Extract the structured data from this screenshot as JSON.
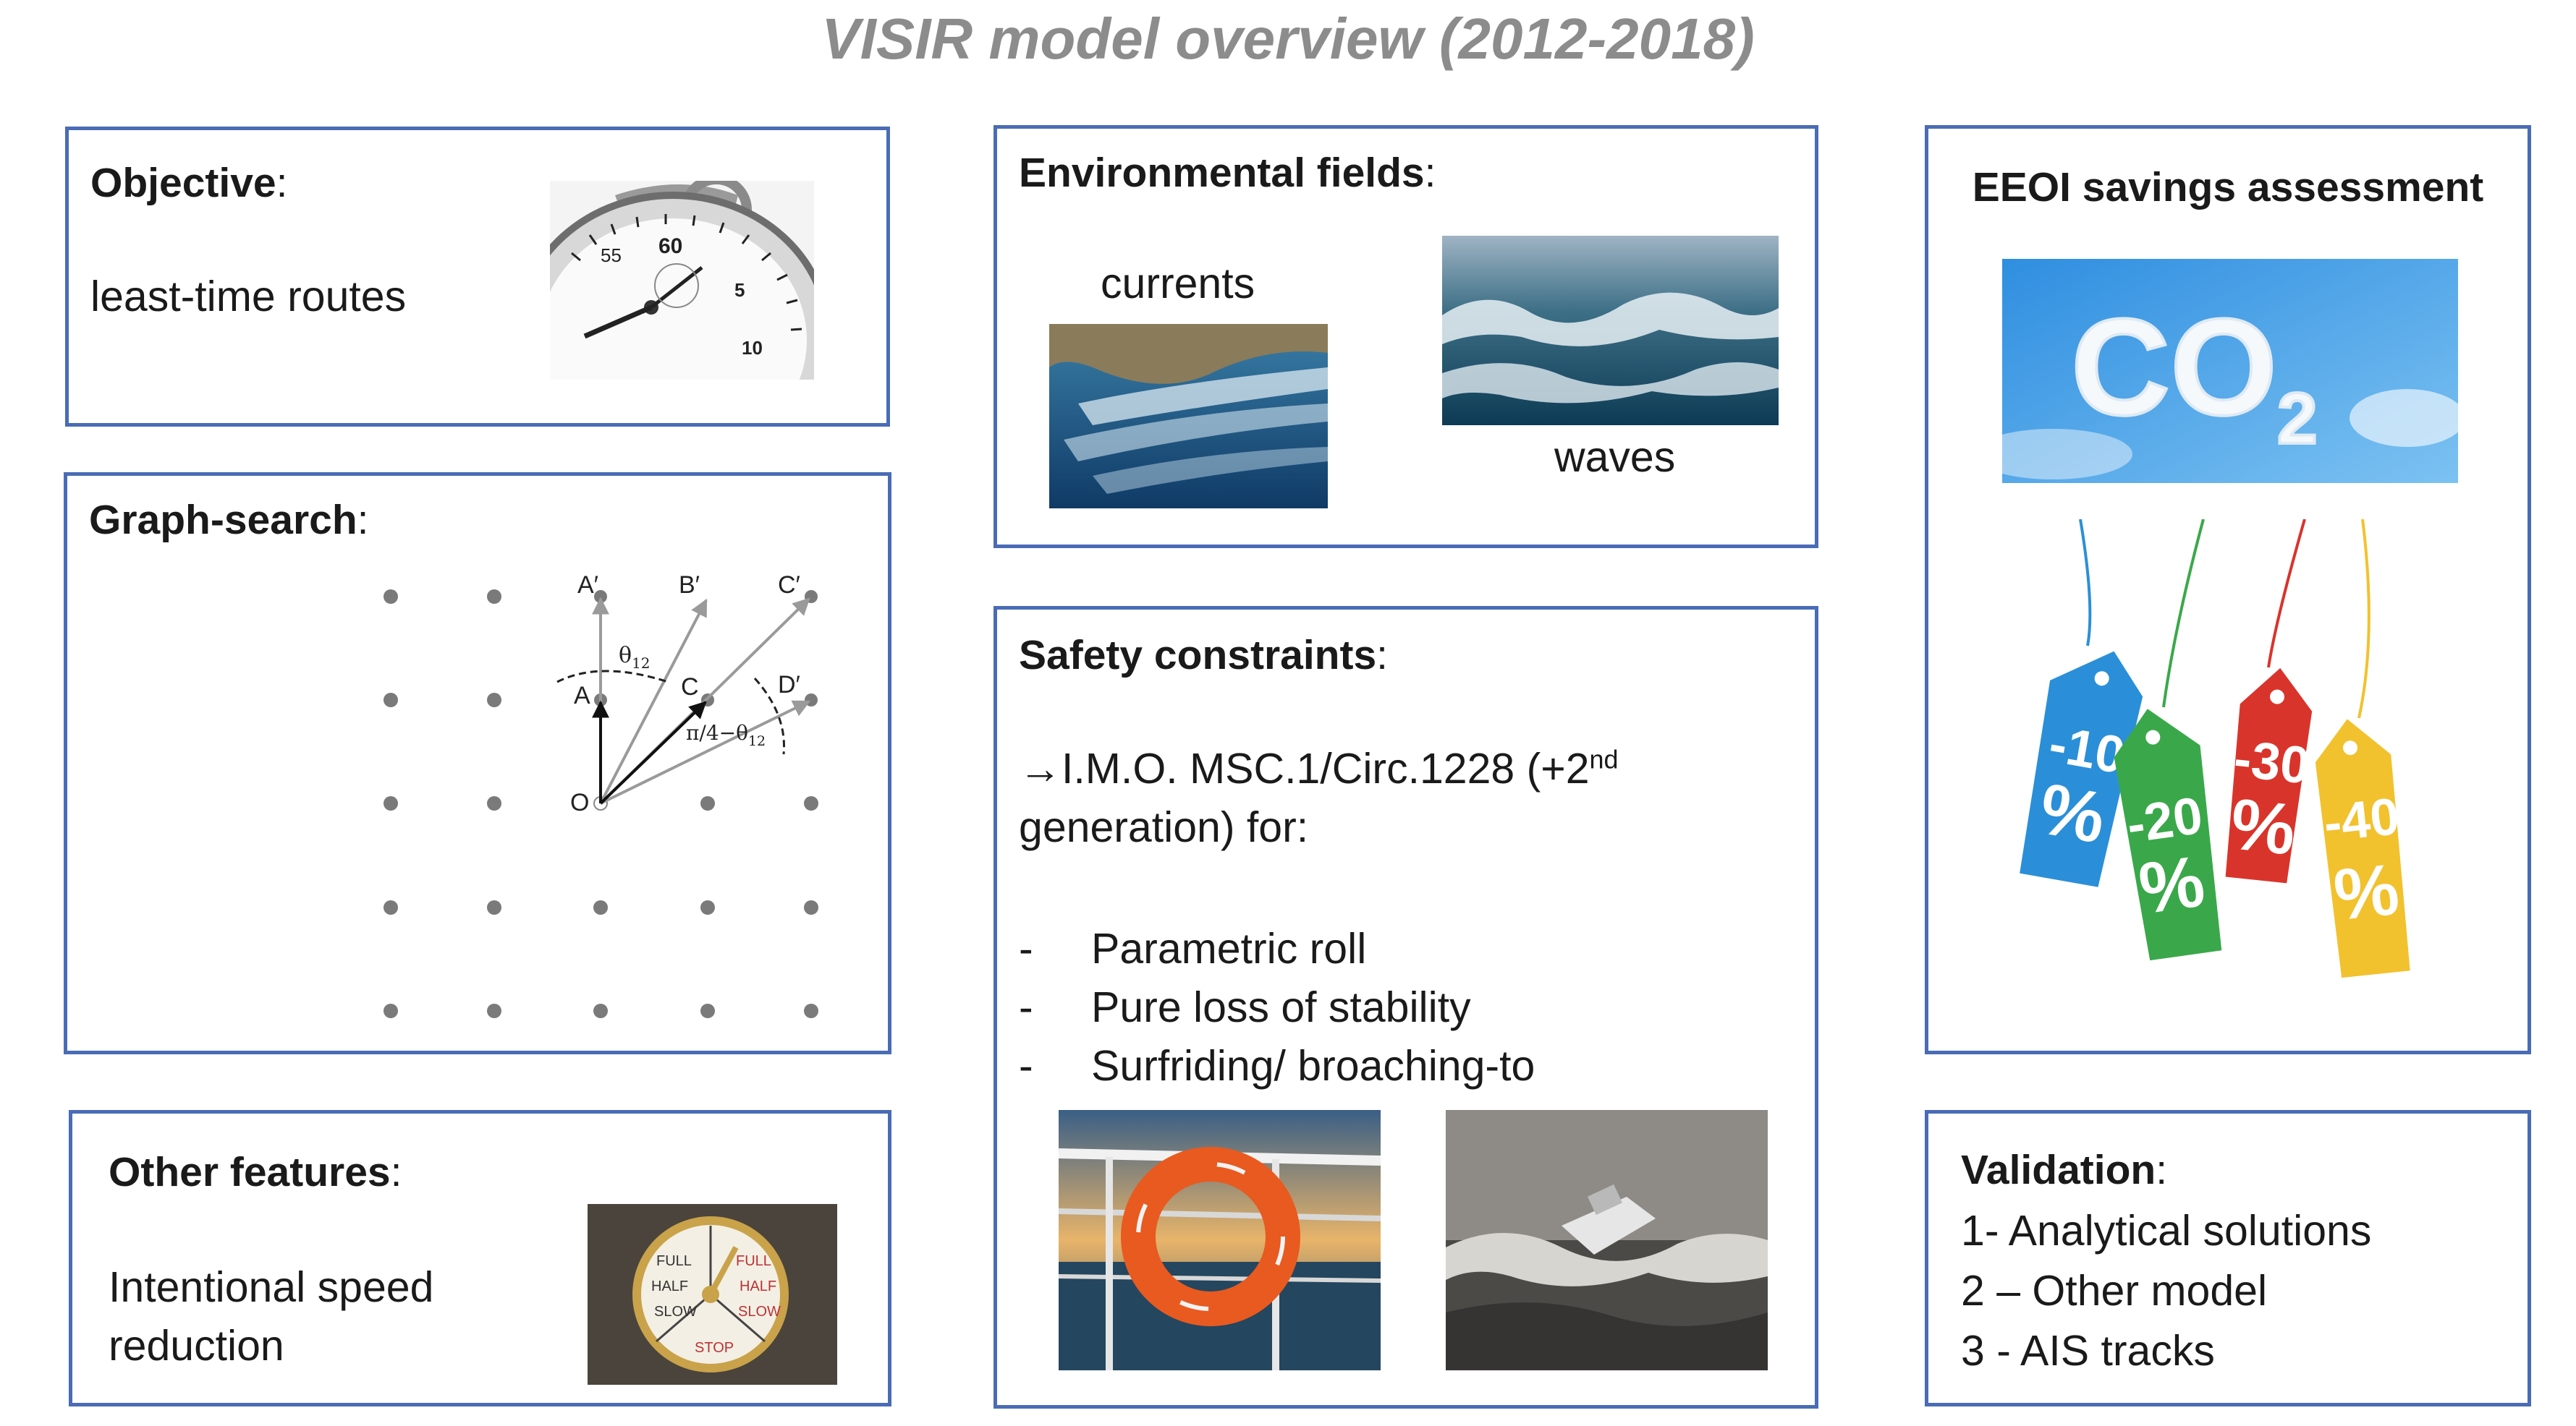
{
  "title": "VISIR model overview (2012-2018)",
  "objective": {
    "heading": "Objective",
    "colon": ":",
    "text": "least-time routes",
    "image": "stopwatch-photo",
    "dial_numbers": [
      "55",
      "60",
      "5",
      "10"
    ]
  },
  "graph_search": {
    "heading": "Graph-search",
    "colon": ":",
    "labels": {
      "a_prime": "A′",
      "b_prime": "B′",
      "c_prime": "C′",
      "d_prime": "D′",
      "a": "A",
      "c": "C",
      "o": "O",
      "theta": "θ",
      "theta_sub": "12",
      "angle_expr": "π/4−θ",
      "angle_sub": "12"
    }
  },
  "other_features": {
    "heading": "Other features",
    "colon": ":",
    "text_line1": "Intentional speed",
    "text_line2": "reduction",
    "image": "engine-telegraph-photo",
    "dial_words": [
      "FULL",
      "HALF",
      "SLOW",
      "FULL",
      "HALF",
      "SLOW",
      "STOP"
    ]
  },
  "environmental": {
    "heading": "Environmental fields",
    "colon": ":",
    "currents_label": "currents",
    "waves_label": "waves",
    "images": [
      "ocean-currents-aerial-photo",
      "rough-sea-waves-photo"
    ]
  },
  "safety": {
    "heading": "Safety constraints",
    "colon": ":",
    "arrow": "→",
    "line1_prefix": "I.M.O. MSC.1/Circ.1228 (+2",
    "line1_sup": "nd",
    "line2": "generation) for:",
    "dash": "-",
    "bullets": [
      "Parametric roll",
      "Pure loss of stability",
      "Surfriding/ broaching-to"
    ],
    "images": [
      "lifebuoy-on-ship-railing-photo",
      "boat-in-heavy-seas-photo"
    ]
  },
  "eeoi": {
    "heading": "EEOI savings assessment",
    "co2_text": "CO",
    "co2_sub": "2",
    "tags": [
      {
        "value": "-10",
        "pct": "%",
        "color": "#2a8fd8"
      },
      {
        "value": "-20",
        "pct": "%",
        "color": "#3aa84a"
      },
      {
        "value": "-30",
        "pct": "%",
        "color": "#d9342b"
      },
      {
        "value": "-40",
        "pct": "%",
        "color": "#f2c12e"
      }
    ]
  },
  "validation": {
    "heading": "Validation",
    "colon": ":",
    "items": [
      "1-  Analytical solutions",
      "2 – Other model",
      "3 - AIS tracks"
    ]
  },
  "colors": {
    "box_border": "#4a6cb6",
    "title": "#8c8c8c"
  }
}
